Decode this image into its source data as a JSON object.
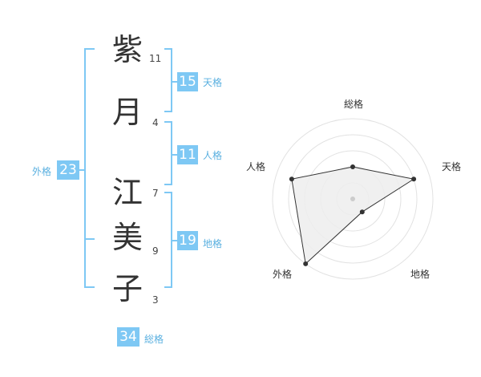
{
  "colors": {
    "accent": "#7ec8f4",
    "label_text": "#5ab0e0"
  },
  "name_chars": [
    {
      "char": "紫",
      "strokes": "11"
    },
    {
      "char": "月",
      "strokes": "4"
    },
    {
      "char": "江",
      "strokes": "7"
    },
    {
      "char": "美",
      "strokes": "9"
    },
    {
      "char": "子",
      "strokes": "3"
    }
  ],
  "fortunes": {
    "tenkaku": {
      "value": "15",
      "label": "天格"
    },
    "jinkaku": {
      "value": "11",
      "label": "人格"
    },
    "chikaku": {
      "value": "19",
      "label": "地格"
    },
    "gaikaku": {
      "value": "23",
      "label": "外格"
    },
    "soukaku": {
      "value": "34",
      "label": "総格"
    }
  },
  "chart_data": {
    "type": "radar",
    "axes": [
      "総格",
      "天格",
      "地格",
      "外格",
      "人格"
    ],
    "rings": 5,
    "values": [
      2,
      4,
      1,
      5,
      4
    ],
    "max": 5
  }
}
